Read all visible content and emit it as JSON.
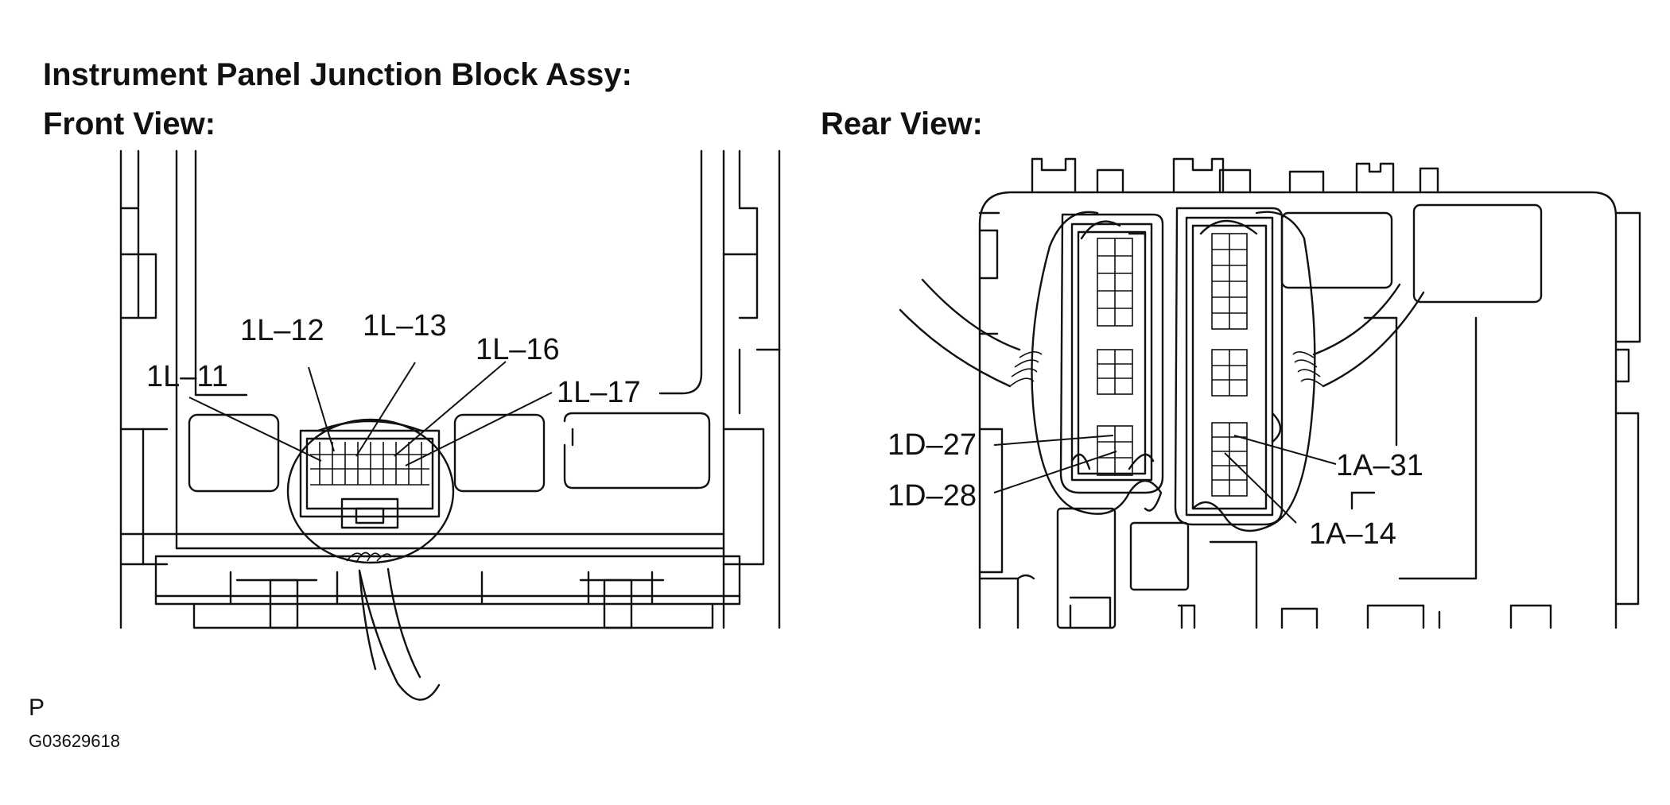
{
  "title": "Instrument Panel Junction Block Assy:",
  "front_view_label": "Front View:",
  "rear_view_label": "Rear View:",
  "front_labels": {
    "l11": "1L–11",
    "l12": "1L–12",
    "l13": "1L–13",
    "l16": "1L–16",
    "l17": "1L–17"
  },
  "rear_labels": {
    "d27": "1D–27",
    "d28": "1D–28",
    "a31": "1A–31",
    "a14": "1A–14"
  },
  "footer_mark": "P",
  "figure_id": "G03629618"
}
